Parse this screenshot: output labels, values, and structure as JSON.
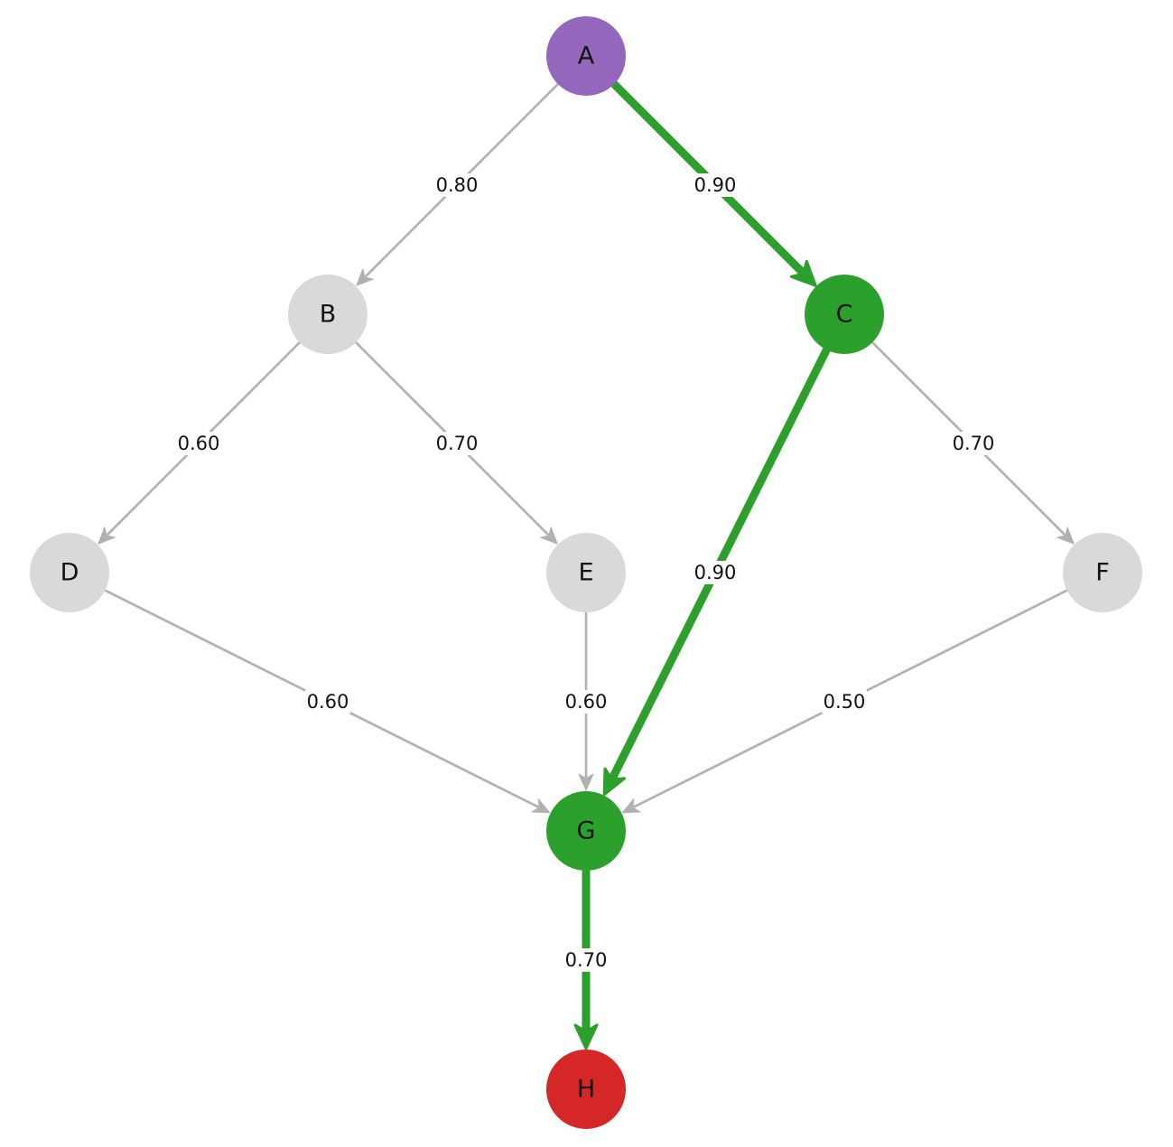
{
  "colors": {
    "source": "#9467bd",
    "path": "#2ca02c",
    "target": "#d62728",
    "default_node": "#d9d9d9",
    "default_edge": "#b0b0b0"
  },
  "nodes": [
    {
      "id": "A",
      "label": "A",
      "role": "source"
    },
    {
      "id": "B",
      "label": "B",
      "role": "default"
    },
    {
      "id": "C",
      "label": "C",
      "role": "path"
    },
    {
      "id": "D",
      "label": "D",
      "role": "default"
    },
    {
      "id": "E",
      "label": "E",
      "role": "default"
    },
    {
      "id": "F",
      "label": "F",
      "role": "default"
    },
    {
      "id": "G",
      "label": "G",
      "role": "path"
    },
    {
      "id": "H",
      "label": "H",
      "role": "target"
    }
  ],
  "edges": [
    {
      "from": "A",
      "to": "B",
      "weight": "0.80",
      "highlighted": false
    },
    {
      "from": "A",
      "to": "C",
      "weight": "0.90",
      "highlighted": true
    },
    {
      "from": "B",
      "to": "D",
      "weight": "0.60",
      "highlighted": false
    },
    {
      "from": "B",
      "to": "E",
      "weight": "0.70",
      "highlighted": false
    },
    {
      "from": "C",
      "to": "F",
      "weight": "0.70",
      "highlighted": false
    },
    {
      "from": "C",
      "to": "G",
      "weight": "0.90",
      "highlighted": true
    },
    {
      "from": "D",
      "to": "G",
      "weight": "0.60",
      "highlighted": false
    },
    {
      "from": "E",
      "to": "G",
      "weight": "0.60",
      "highlighted": false
    },
    {
      "from": "F",
      "to": "G",
      "weight": "0.50",
      "highlighted": false
    },
    {
      "from": "G",
      "to": "H",
      "weight": "0.70",
      "highlighted": true
    }
  ]
}
